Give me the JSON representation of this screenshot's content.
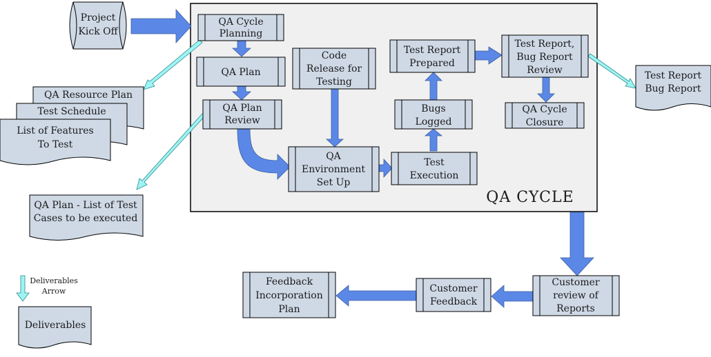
{
  "colors": {
    "box_fill": "#cfd9e6",
    "box_stroke": "#000000",
    "panel_fill": "#f0f0f0",
    "flow_arrow": "#5b88e6",
    "deliverable_arrow": "#9ff3f3"
  },
  "start": {
    "label": [
      "Project",
      "Kick Off"
    ]
  },
  "panel": {
    "label": "QA CYCLE"
  },
  "steps": {
    "qa_cycle_planning": [
      "QA Cycle",
      "Planning"
    ],
    "qa_plan": [
      "QA Plan"
    ],
    "qa_plan_review": [
      "QA Plan",
      "Review"
    ],
    "code_release": [
      "Code",
      "Release for",
      "Testing"
    ],
    "qa_environment": [
      "QA",
      "Environment",
      "Set Up"
    ],
    "test_execution": [
      "Test",
      "Execution"
    ],
    "bugs_logged": [
      "Bugs",
      "Logged"
    ],
    "test_report_prepared": [
      "Test Report",
      "Prepared"
    ],
    "test_report_review": [
      "Test Report,",
      "Bug Report",
      "Review"
    ],
    "qa_cycle_closure": [
      "QA Cycle",
      "Closure"
    ],
    "customer_review": [
      "Customer",
      "review of",
      "Reports"
    ],
    "customer_feedback": [
      "Customer",
      "Feedback"
    ],
    "feedback_plan": [
      "Feedback",
      "Incorporation",
      "Plan"
    ]
  },
  "documents": {
    "qa_resource_plan": [
      "QA Resource Plan"
    ],
    "test_schedule": [
      "Test Schedule"
    ],
    "features_to_test": [
      "List of Features",
      "To Test"
    ],
    "test_cases": [
      "QA Plan - List of Test",
      "Cases to be executed"
    ],
    "test_report_bug_report": [
      "Test Report",
      "Bug Report"
    ]
  },
  "legend": {
    "arrow_label": [
      "Deliverables",
      "Arrow"
    ],
    "doc_label": [
      "Deliverables"
    ]
  }
}
